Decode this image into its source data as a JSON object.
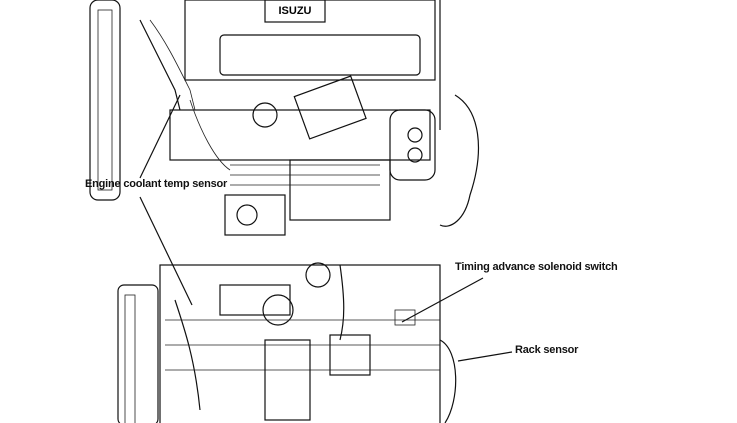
{
  "diagram": {
    "logo_text": "ISUZU",
    "labels": {
      "coolant": "Engine coolant temp sensor",
      "timing": "Timing advance solenoid switch",
      "rack": "Rack sensor"
    }
  }
}
